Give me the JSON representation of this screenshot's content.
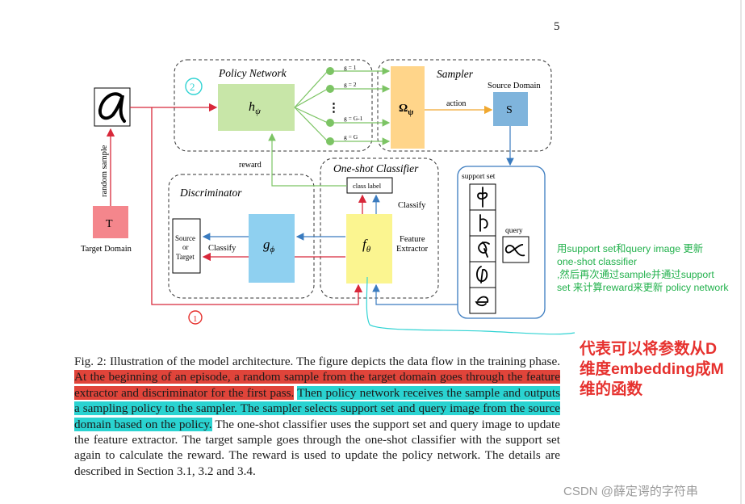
{
  "page_number": "5",
  "figure": {
    "policy_network_title": "Policy Network",
    "sampler_title": "Sampler",
    "discriminator_title": "Discriminator",
    "oneshot_title": "One-shot Classifier",
    "h_label": "h",
    "h_sub": "ψ",
    "omega_label": "Ω",
    "omega_sub": "ψ",
    "g_label": "g",
    "g_sub": "ϕ",
    "f_label": "f",
    "f_sub": "θ",
    "s_label": "S",
    "t_label": "T",
    "target_domain": "Target Domain",
    "source_domain": "Source Domain",
    "random_sample": "random sample",
    "g_outputs": [
      "g = 1",
      "g = 2",
      "⋮",
      "g = G-1",
      "g = G"
    ],
    "action": "action",
    "reward": "reward",
    "class_label": "class label",
    "classify_1": "Classify",
    "classify_2": "Classify",
    "feature_extractor_1": "Feature",
    "feature_extractor_2": "Extractor",
    "source_or_target_1": "Source",
    "source_or_target_2": "or",
    "source_or_target_3": "Target",
    "support_set": "support set",
    "query": "query",
    "annotation_2": "2",
    "annotation_1": "1"
  },
  "caption": {
    "part1": "Fig. 2: Illustration of the model architecture. The figure depicts the data flow in the training phase. ",
    "hl_red": "At the beginning of an episode, a random sample from the target domain goes through the feature extractor and discriminator for the first pass.",
    "gap": " ",
    "hl_cyan": "Then policy network receives the sample and outputs a sampling policy to the sampler. The sampler selects support set and query image from the source domain based on the policy.",
    "part2": " The one-shot classifier uses the support set and query image to update the feature extractor. The target sample goes through the one-shot classifier with the support set again to calculate the reward. The reward is used to update the policy network. The details are described in Section 3.1, 3.2 and 3.4."
  },
  "notes": {
    "green_lines": [
      "用support set和query image 更新",
      "one-shot classifier",
      ",然后再次通过sample并通过support",
      "set 来计算reward来更新 policy network"
    ],
    "red_lines": [
      "代表可以将参数从D",
      "维度embedding成M",
      "维的函数"
    ]
  },
  "watermark": "CSDN @薛定谔的字符串",
  "colors": {
    "policy_box": "#c8e6a8",
    "sampler_box": "#ffd58a",
    "source_box": "#7fb4dc",
    "target_box": "#f4868c",
    "g_box": "#8fd0f0",
    "f_box": "#fbf590",
    "arrow_red": "#d8283a",
    "arrow_green": "#7cc464",
    "arrow_blue": "#3a7bbf",
    "arrow_orange": "#f0a830",
    "note_green": "#22b14c",
    "note_red": "#e6312e",
    "highlight_red": "#e0443a",
    "highlight_cyan": "#2ad3d1"
  }
}
